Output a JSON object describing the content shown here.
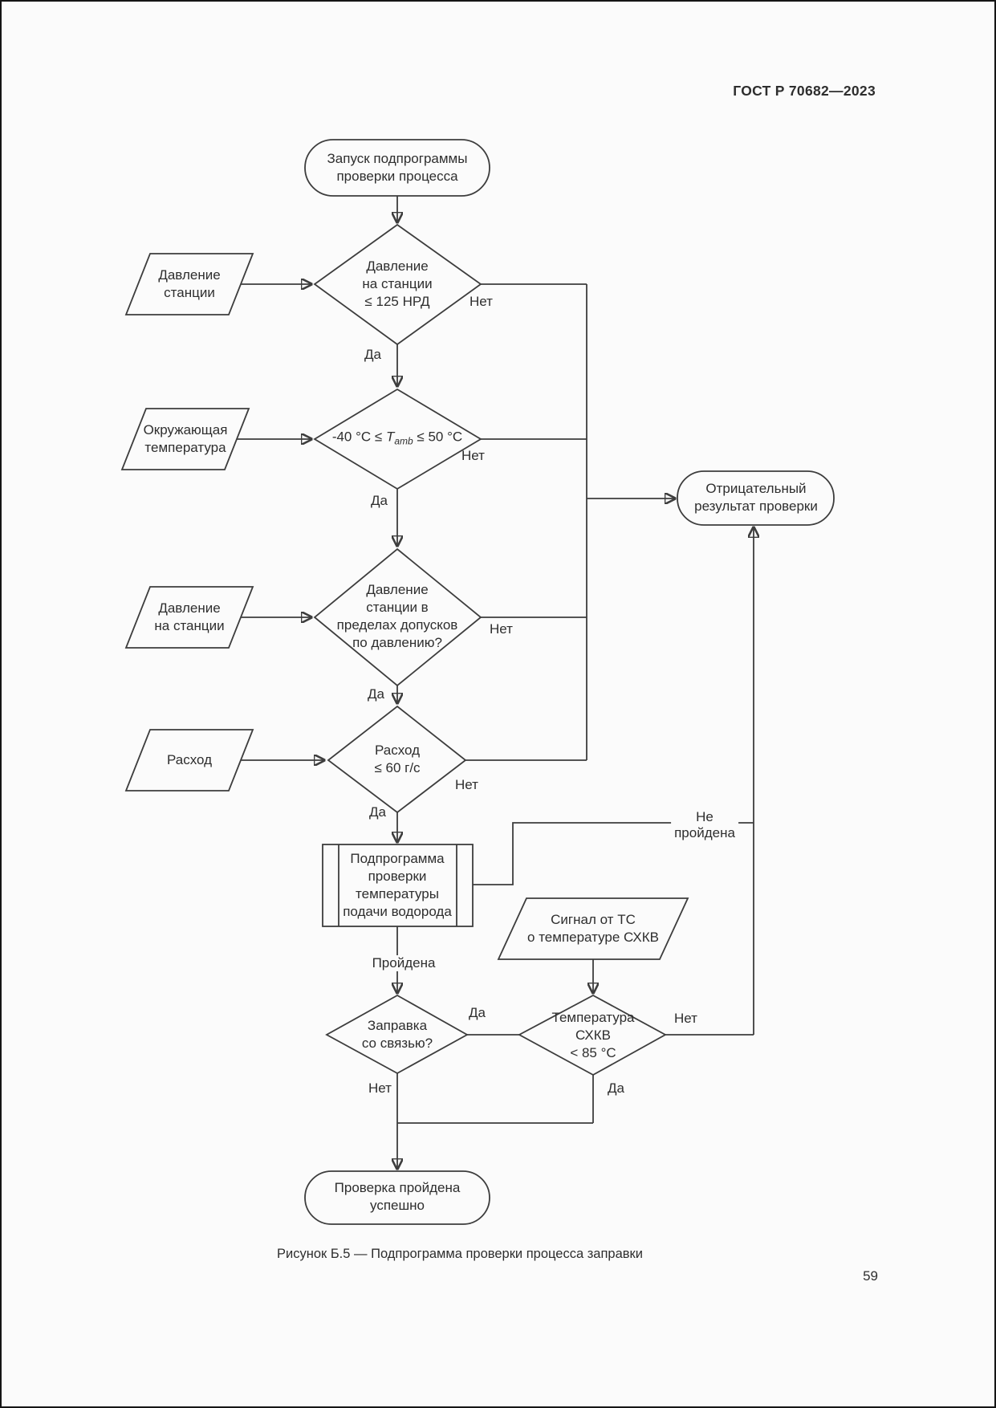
{
  "page": {
    "header": "ГОСТ Р 70682—2023",
    "caption": "Рисунок Б.5 — Подпрограмма проверки процесса заправки",
    "page_number": "59"
  },
  "flowchart": {
    "start": "Запуск подпрограммы\nпроверки процесса",
    "inputs": {
      "station_pressure": "Давление\nстанции",
      "ambient_temperature": "Окружающая\nтемпература",
      "station_pressure_2": "Давление\nна станции",
      "flow_rate": "Расход",
      "vehicle_signal": "Сигнал от ТС\nо температуре СХКВ"
    },
    "decisions": {
      "pressure_limit": "Давление\nна станции\n≤ 125 НРД",
      "ambient_prefix": "-40 °C ≤ ",
      "ambient_var": "T",
      "ambient_sub": "amb",
      "ambient_suffix": " ≤ 50 °C",
      "pressure_tolerance": "Давление\nстанции в\nпределах допусков\nпо давлению?",
      "flow_limit": "Расход\n≤ 60 г/с",
      "comm_fueling": "Заправка\nсо связью?",
      "tank_temperature": "Температура\nСХКВ\n< 85 °C"
    },
    "process": {
      "temp_subroutine": "Подпрограмма\nпроверки\nтемпературы\nподачи водорода"
    },
    "terminals": {
      "negative_result": "Отрицательный\nрезультат проверки",
      "success": "Проверка пройдена\nуспешно"
    },
    "edge_labels": {
      "yes": "Да",
      "no": "Нет",
      "passed": "Пройдена",
      "not_passed": "Не\nпройдена"
    }
  }
}
